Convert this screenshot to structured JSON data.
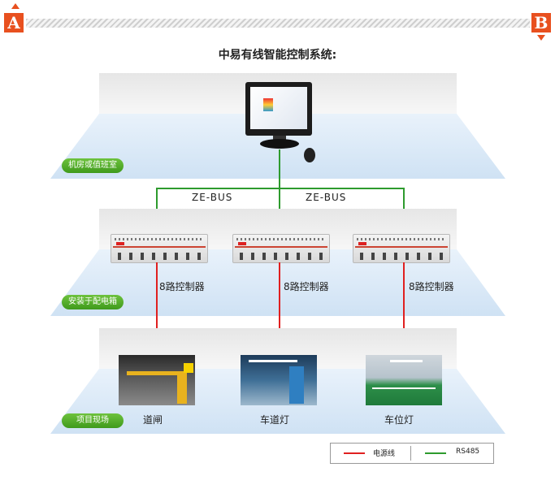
{
  "markers": {
    "a": "A",
    "b": "B"
  },
  "title": "中易有线智能控制系统:",
  "layers": {
    "control_room": "机房或值班室",
    "cabinet": "安装于配电箱",
    "site": "项目现场"
  },
  "bus_labels": [
    "ZE-BUS",
    "ZE-BUS"
  ],
  "controllers": [
    "8路控制器",
    "8路控制器",
    "8路控制器"
  ],
  "sites": [
    "道闸",
    "车道灯",
    "车位灯"
  ],
  "legend": {
    "power_line": "电源线",
    "rs485": "RS485",
    "colors": {
      "power": "#e02020",
      "bus": "#2e9b2e"
    }
  }
}
